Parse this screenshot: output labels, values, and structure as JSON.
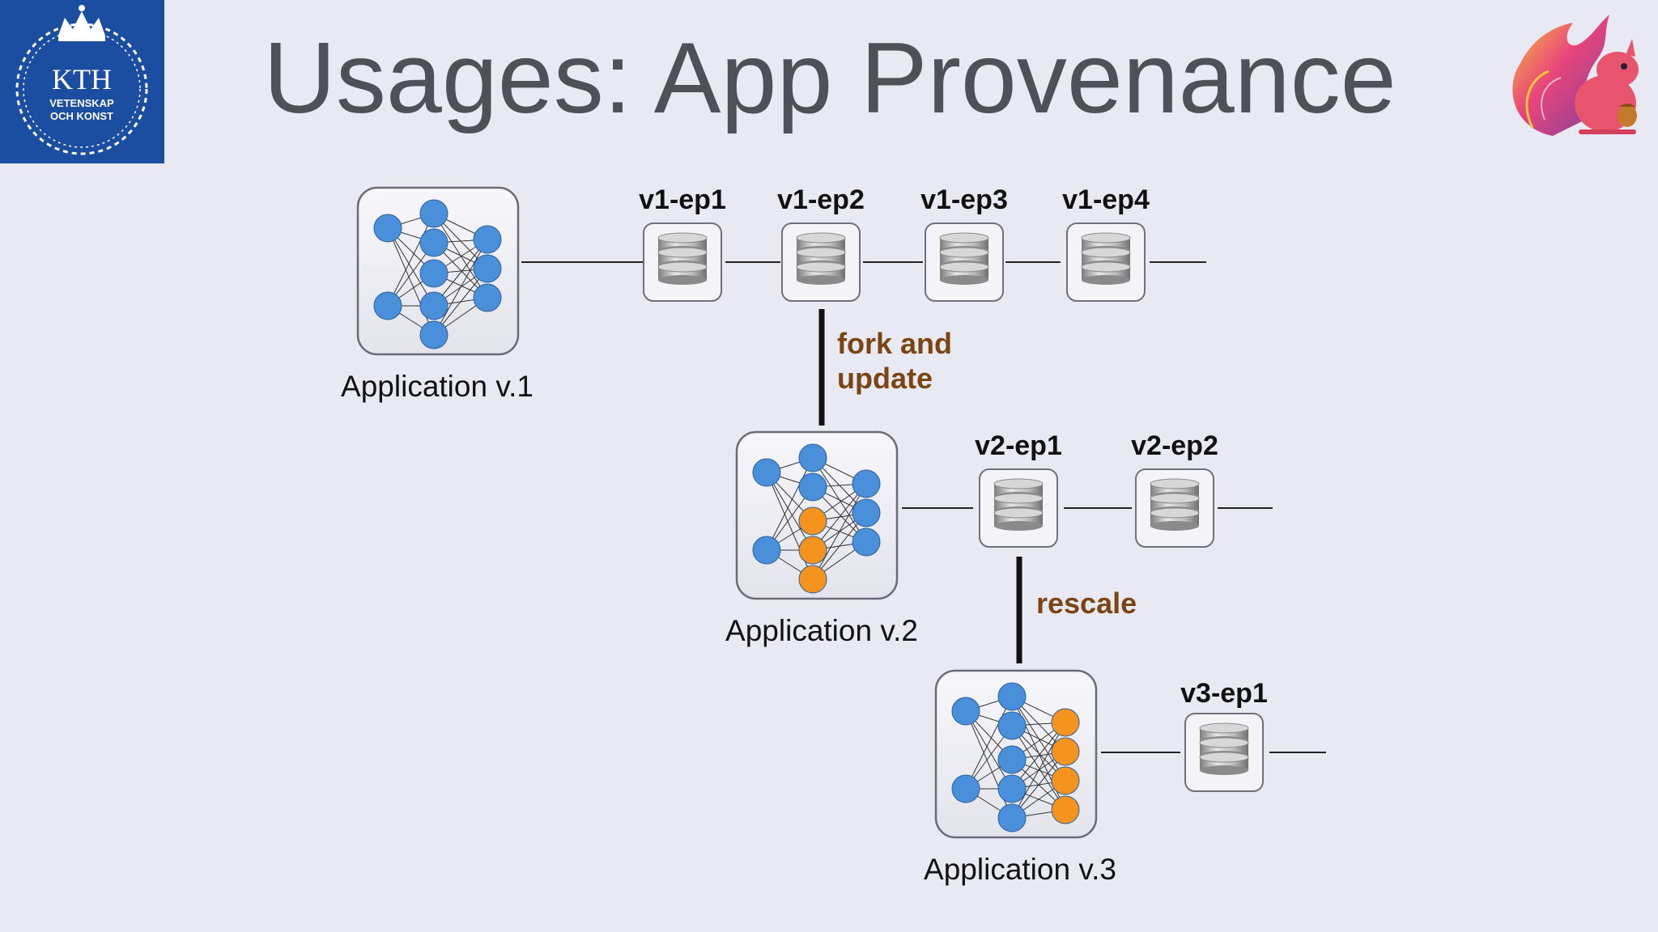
{
  "slide": {
    "title": "Usages: App Provenance",
    "logo_left": {
      "name": "KTH",
      "line1": "KTH",
      "line2": "VETENSKAP",
      "line3": "OCH KONST",
      "color": "#1b4da0"
    },
    "logo_right": {
      "icon": "squirrel-icon"
    }
  },
  "applications": [
    {
      "label": "Application v.1"
    },
    {
      "label": "Application v.2"
    },
    {
      "label": "Application v.3"
    }
  ],
  "checkpoints": {
    "v1": [
      "v1-ep1",
      "v1-ep2",
      "v1-ep3",
      "v1-ep4"
    ],
    "v2": [
      "v2-ep1",
      "v2-ep2"
    ],
    "v3": [
      "v3-ep1"
    ]
  },
  "edges": {
    "fork_line1": "fork and",
    "fork_line2": "update",
    "rescale": "rescale"
  },
  "colors": {
    "node_blue": "#4a8fd9",
    "node_orange": "#f5931f",
    "edge_label": "#7a4513",
    "background": "#e9e9f4"
  }
}
